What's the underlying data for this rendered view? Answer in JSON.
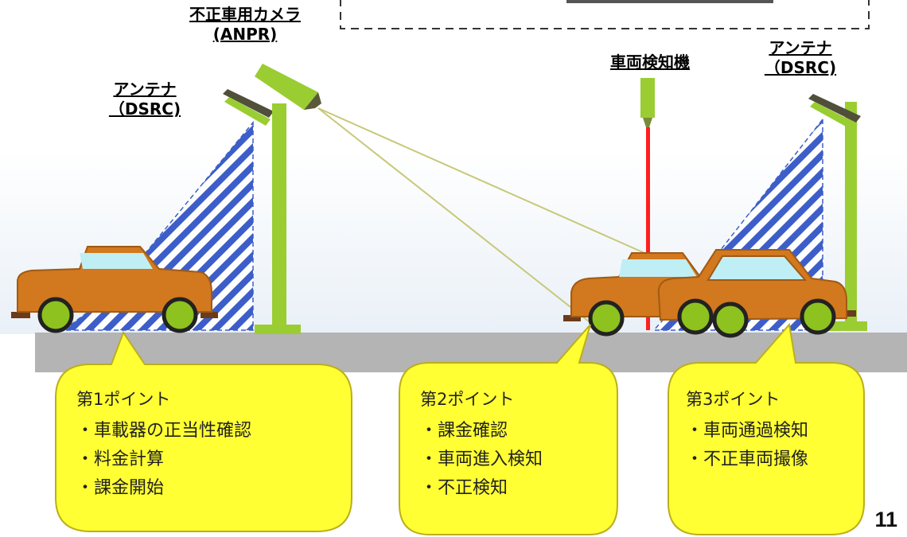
{
  "labels": {
    "camera": [
      "不正車用カメラ",
      "(ANPR)"
    ],
    "antenna_left": [
      "アンテナ",
      "（DSRC)"
    ],
    "detector": "車両検知機",
    "antenna_right": [
      "アンテナ",
      "（DSRC)"
    ]
  },
  "callouts": [
    {
      "title": "第1ポイント",
      "items": [
        "・車載器の正当性確認",
        "・料金計算",
        "・課金開始"
      ]
    },
    {
      "title": "第2ポイント",
      "items": [
        "・課金確認",
        "・車両進入検知",
        "・不正検知"
      ]
    },
    {
      "title": "第3ポイント",
      "items": [
        "・車両通過検知",
        "・不正車両撮像"
      ]
    }
  ],
  "page_number": "11",
  "colors": {
    "road": "#b4b4b4",
    "pole": "#9acd32",
    "car_body": "#d2781e",
    "car_window": "#bfeff4",
    "wheel": "#8dc21f",
    "callout_fill": "#ffff33",
    "dsrc_hatch": "#3d5ec9",
    "laser": "#ff1f1f"
  }
}
